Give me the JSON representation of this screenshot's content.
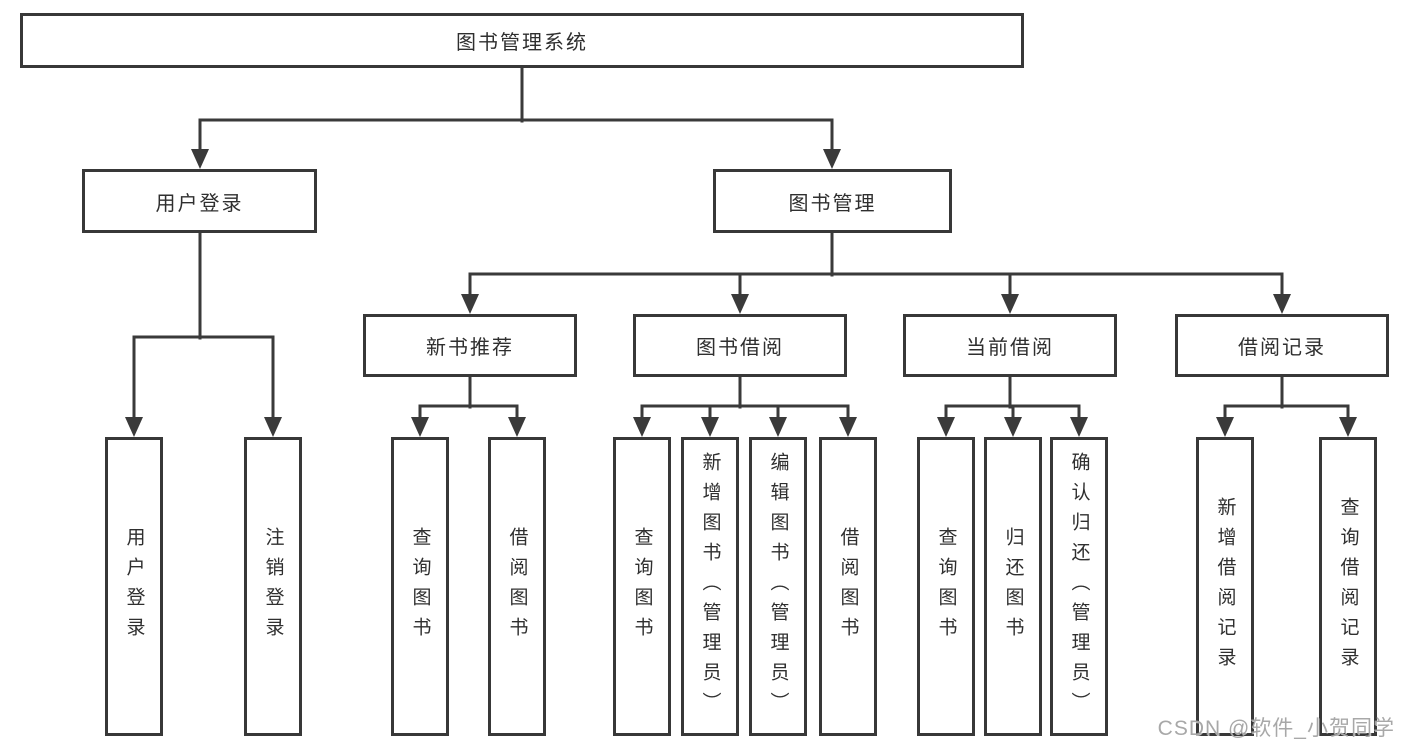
{
  "colors": {
    "line": "#3a3a3a",
    "box_border": "#383838",
    "box_fill": "#ffffff",
    "text": "#2f2f2f",
    "background": "#ffffff",
    "watermark": "#a3a3a3"
  },
  "tree": {
    "label": "图书管理系统",
    "children": [
      {
        "label": "用户登录",
        "children": [
          {
            "label": "用户登录"
          },
          {
            "label": "注销登录"
          }
        ]
      },
      {
        "label": "图书管理",
        "children": [
          {
            "label": "新书推荐",
            "children": [
              {
                "label": "查询图书"
              },
              {
                "label": "借阅图书"
              }
            ]
          },
          {
            "label": "图书借阅",
            "children": [
              {
                "label": "查询图书"
              },
              {
                "label": "新增图书（管理员）"
              },
              {
                "label": "编辑图书（管理员）"
              },
              {
                "label": "借阅图书"
              }
            ]
          },
          {
            "label": "当前借阅",
            "children": [
              {
                "label": "查询图书"
              },
              {
                "label": "归还图书"
              },
              {
                "label": "确认归还（管理员）"
              }
            ]
          },
          {
            "label": "借阅记录",
            "children": [
              {
                "label": "新增借阅记录"
              },
              {
                "label": "查询借阅记录"
              }
            ]
          }
        ]
      }
    ]
  },
  "watermark": {
    "text": "CSDN @软件_小贺同学"
  }
}
